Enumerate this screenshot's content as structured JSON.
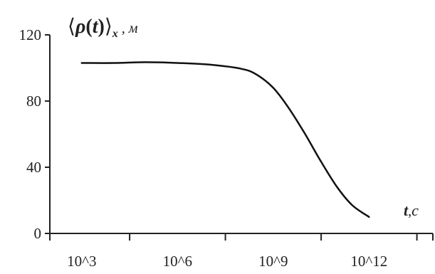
{
  "chart_data": {
    "type": "line",
    "ylabel_parts": {
      "open": "⟨",
      "rho": "ρ",
      "paren_open": "(",
      "t": "t",
      "paren_close": ")",
      "close": "⟩",
      "subscript": "x",
      "sep": " , ",
      "unit": "м"
    },
    "xlabel_parts": {
      "var": "t",
      "sep": ",",
      "unit": "c"
    },
    "x_scale": "log",
    "xlim": [
      100,
      100000000000000
    ],
    "ylim": [
      0,
      120
    ],
    "x_ticks": [
      {
        "value": 1000,
        "label": "10^3"
      },
      {
        "value": 1000000,
        "label": "10^6"
      },
      {
        "value": 1000000000,
        "label": "10^9"
      },
      {
        "value": 1000000000000,
        "label": "10^12"
      }
    ],
    "x_minor_ticks": [
      100,
      31623,
      31622777,
      31622776602,
      31622776601684,
      100000000000000
    ],
    "y_ticks": [
      {
        "value": 0,
        "label": "0"
      },
      {
        "value": 40,
        "label": "40"
      },
      {
        "value": 80,
        "label": "80"
      },
      {
        "value": 120,
        "label": "120"
      }
    ],
    "grid": false,
    "series": [
      {
        "color": "#111111",
        "points": [
          [
            1000,
            103
          ],
          [
            10000,
            103
          ],
          [
            100000,
            103.5
          ],
          [
            1000000,
            103
          ],
          [
            10000000,
            102
          ],
          [
            100000000,
            99.5
          ],
          [
            300000000,
            96
          ],
          [
            1000000000,
            88
          ],
          [
            3000000000,
            76
          ],
          [
            10000000000,
            60
          ],
          [
            30000000000,
            44
          ],
          [
            100000000000,
            28
          ],
          [
            300000000000,
            17
          ],
          [
            1000000000000,
            10
          ]
        ]
      }
    ]
  }
}
